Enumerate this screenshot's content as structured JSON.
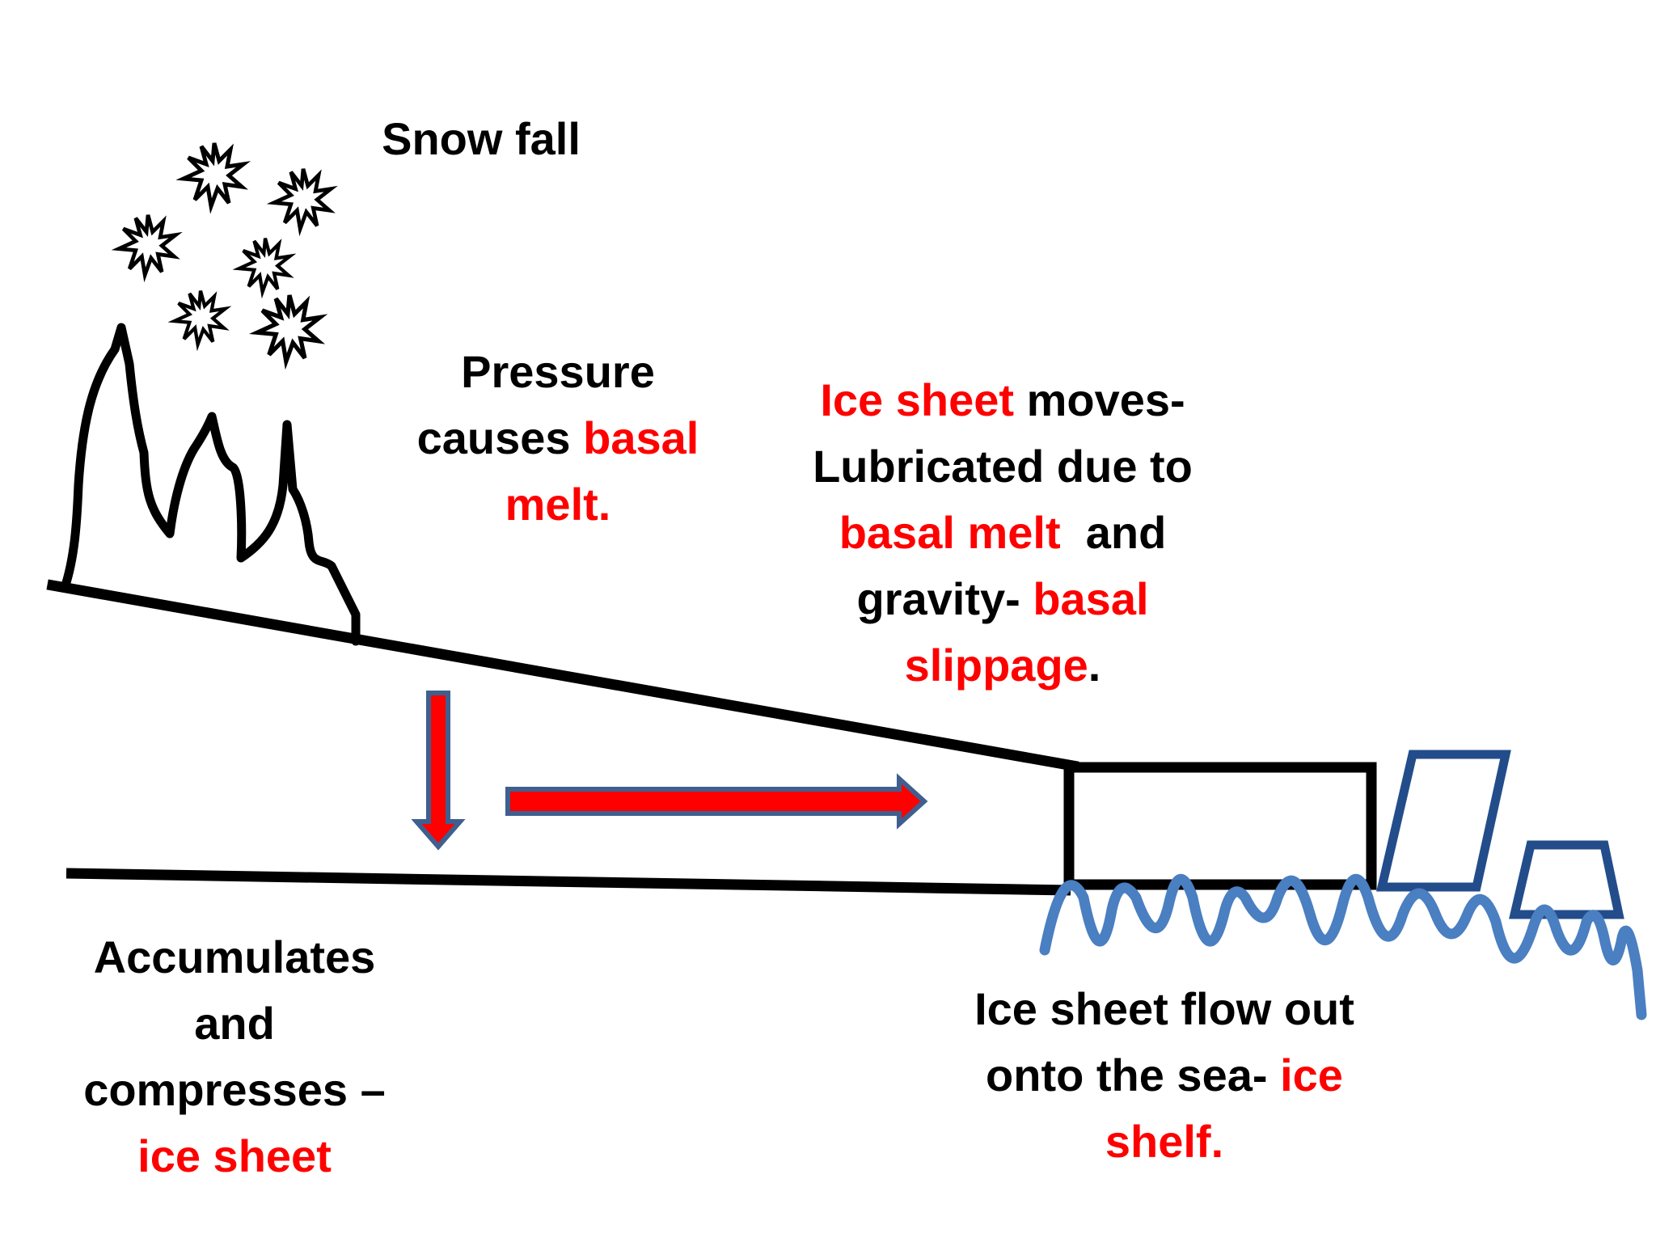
{
  "colors": {
    "accent_red": "#ff0000",
    "text_black": "#000000",
    "ice_blue": "#234d8a",
    "sea_blue": "#4a7fc1",
    "arrow_outline": "#3f5f8f"
  },
  "icons": {
    "snowflakes": "snowflake-burst-icon",
    "mountain": "mountain-outline-icon",
    "arrow_down": "arrow-down-icon",
    "arrow_right": "arrow-right-icon"
  },
  "labels": {
    "snow_fall": "Snow fall",
    "pressure": {
      "line1": "Pressure",
      "line2_black": "causes ",
      "line2_red": "basal",
      "line3_red": "melt."
    },
    "ice_moves": {
      "line1_red": "Ice sheet",
      "line1_black": " moves-",
      "line2": "Lubricated due to",
      "line3_red": "basal melt",
      "line3_black": "  and",
      "line4_black": "gravity- ",
      "line4_red": "basal",
      "line5_red": "slippage",
      "line5_black": "."
    },
    "accumulates": {
      "line1": "Accumulates",
      "line2": "and",
      "line3": "compresses –",
      "line4_red": "ice sheet"
    },
    "flow_out": {
      "line1": "Ice sheet flow out",
      "line2_black": "onto the sea- ",
      "line2_red": "ice",
      "line3_red": "shelf."
    }
  }
}
